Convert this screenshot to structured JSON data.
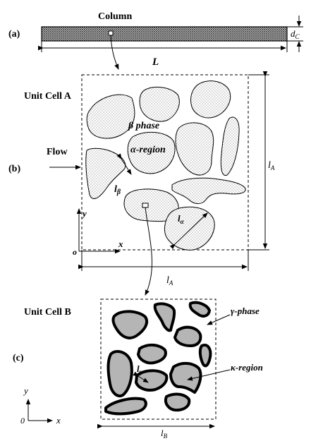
{
  "panel_a": {
    "tag": "(a)",
    "title": "Column",
    "length_symbol": "L",
    "diameter_symbol": "d",
    "diameter_sub": "C"
  },
  "panel_b": {
    "tag": "(b)",
    "title": "Unit Cell A",
    "flow_label": "Flow",
    "beta_symbol": "β",
    "beta_word": " phase",
    "alpha_symbol": "α",
    "alpha_word": "-region",
    "size_symbol": "l",
    "size_sub": "A",
    "lbeta_symbol": "l",
    "lbeta_sub": "β",
    "lalpha_symbol": "l",
    "lalpha_sub": "α",
    "axis_x": "x",
    "axis_y": "y",
    "origin": "o"
  },
  "panel_c": {
    "tag": "(c)",
    "title": "Unit Cell B",
    "gamma_symbol": "γ",
    "gamma_word": "-phase",
    "kappa_symbol": "κ",
    "kappa_word": "-region",
    "size_symbol": "l",
    "size_sub": "B",
    "lgamma_symbol": "l",
    "lgamma_sub": "γ",
    "axis_x": "x",
    "axis_y": "y",
    "origin": "0"
  },
  "colors": {
    "outline": "#000000",
    "dot_fill": "#555555",
    "region_grey": "#b5b5b5",
    "column_fill": "#3a3a3a"
  }
}
